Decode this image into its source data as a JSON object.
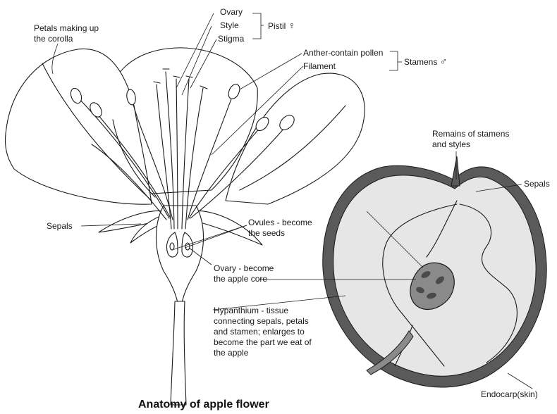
{
  "title": "Anatomy of apple flower",
  "flower": {
    "petals": [
      "Petals making up",
      "the corolla"
    ],
    "ovary": "Ovary",
    "style": "Style",
    "stigma": "Stigma",
    "pistil": "Pistil",
    "pistil_symbol": "♀",
    "anther": "Anther-contain pollen",
    "filament": "Filament",
    "stamens": "Stamens",
    "stamens_symbol": "♂",
    "sepals": "Sepals",
    "ovules": [
      "Ovules - become",
      "the seeds"
    ],
    "ovary_core": [
      "Ovary - become",
      "the apple core"
    ],
    "hypanthium": [
      "Hypanthium - tissue",
      "connecting sepals, petals",
      "and stamen; enlarges to",
      "become the part we eat of",
      "the apple"
    ]
  },
  "apple": {
    "remains": [
      "Remains of stamens",
      "and styles"
    ],
    "sepals": "Sepals",
    "endocarp": "Endocarp(skin)"
  },
  "colors": {
    "apple_skin": "#5a5a5a",
    "apple_flesh": "#e6e6e6",
    "core": "#8a8a8a",
    "seed": "#4a4a4a",
    "line": "#1a1a1a"
  }
}
